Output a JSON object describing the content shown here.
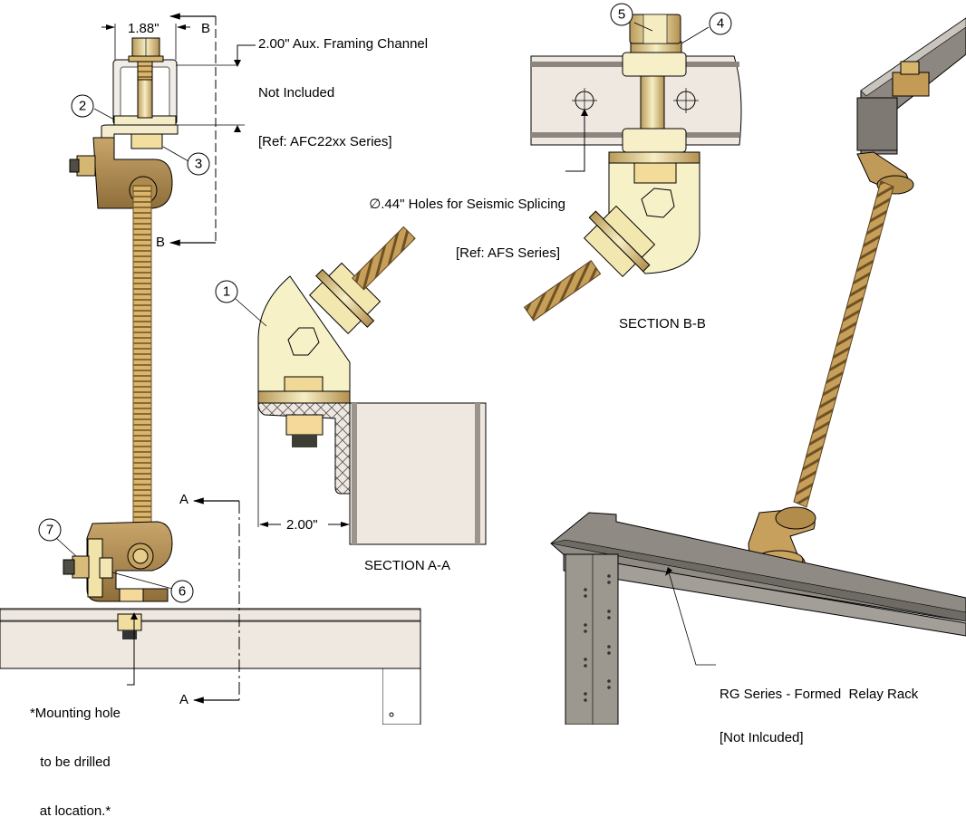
{
  "dimensions": {
    "channel_width": "1.88\"",
    "section_aa_offset": "2.00\""
  },
  "callouts": {
    "framing_channel": [
      "2.00\" Aux. Framing Channel",
      "Not Included",
      "[Ref: AFC22xx Series]"
    ],
    "seismic_holes": [
      "∅.44\" Holes for Seismic Splicing",
      "[Ref: AFS Series]"
    ],
    "mounting_hole": [
      "*Mounting hole",
      "to be drilled",
      "at location.*"
    ],
    "relay_rack": [
      "RG Series - Formed  Relay Rack",
      "[Not Inlcuded]"
    ]
  },
  "section_markers": {
    "b_top": "B",
    "b_bottom": "B",
    "a_top": "A",
    "a_bottom": "A"
  },
  "section_titles": {
    "aa": "SECTION A-A",
    "bb": "SECTION B-B"
  },
  "balloons": [
    {
      "id": "1"
    },
    {
      "id": "2"
    },
    {
      "id": "3"
    },
    {
      "id": "4"
    },
    {
      "id": "5"
    },
    {
      "id": "6"
    },
    {
      "id": "7"
    }
  ],
  "colors": {
    "brass_light": "#f5efc0",
    "brass_mid": "#d8b872",
    "brass_dark": "#a58448",
    "channel_fill": "#efe8e1",
    "rack_gray": "#8f8a84"
  }
}
